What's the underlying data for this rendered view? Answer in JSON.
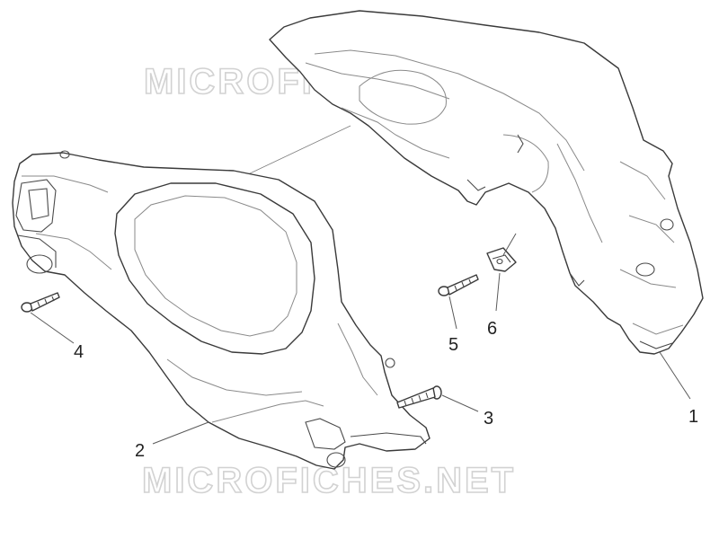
{
  "watermark": {
    "top": "MICROFICHES.NET",
    "bottom": "MICROFICHES.NET"
  },
  "callouts": [
    {
      "number": "1",
      "part": "rear handlebar cover"
    },
    {
      "number": "2",
      "part": "front handlebar cover"
    },
    {
      "number": "3",
      "part": "screw"
    },
    {
      "number": "4",
      "part": "screw"
    },
    {
      "number": "5",
      "part": "screw"
    },
    {
      "number": "6",
      "part": "clip nut"
    }
  ],
  "colors": {
    "line": "#3a3a3a",
    "watermark": "#d2d2d2",
    "background": "#ffffff"
  }
}
